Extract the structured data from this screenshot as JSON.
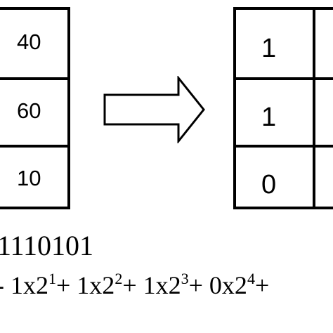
{
  "left_column": {
    "cells": [
      "40",
      "60",
      "10"
    ]
  },
  "right_column": {
    "cells": [
      "1",
      "1",
      "0"
    ]
  },
  "binary_line": {
    "text": "1110101"
  },
  "formula_line": {
    "terms": [
      {
        "text": "- 1x2",
        "exp": "1"
      },
      {
        "text": "+ 1x2",
        "exp": "2"
      },
      {
        "text": "+ 1x2",
        "exp": "3"
      },
      {
        "text": "+ 0x2",
        "exp": "4"
      },
      {
        "text": "+",
        "exp": ""
      }
    ]
  },
  "arrow": {
    "icon": "right-arrow-icon",
    "stroke_color": "#000000",
    "fill_color": "#ffffff"
  }
}
